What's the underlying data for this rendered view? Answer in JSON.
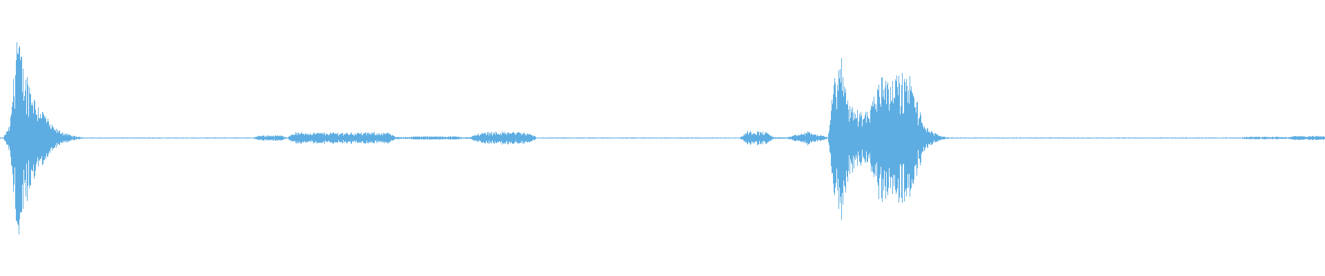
{
  "chart_data": {
    "type": "area",
    "title": "",
    "xlabel": "",
    "ylabel": "",
    "ylim": [
      -1,
      1
    ],
    "grid": false,
    "legend": "none",
    "color": "#5dade2",
    "background": "#ffffff",
    "series": [
      {
        "envelope_amplitude": [
          0.004,
          0.1,
          0.8,
          0.5,
          0.4,
          0.25,
          0.2,
          0.1,
          0.06,
          0.04,
          0.02,
          0.01,
          0.004,
          0.004,
          0.004,
          0.004,
          0.004,
          0.004,
          0.004,
          0.004,
          0.004,
          0.004,
          0.004,
          0.004,
          0.004,
          0.004,
          0.004,
          0.004,
          0.004,
          0.004,
          0.004,
          0.004,
          0.004,
          0.004,
          0.004,
          0.004,
          0.004,
          0.004,
          0.02,
          0.02,
          0.02,
          0.02,
          0.006,
          0.04,
          0.04,
          0.04,
          0.04,
          0.04,
          0.04,
          0.04,
          0.04,
          0.04,
          0.04,
          0.04,
          0.04,
          0.04,
          0.04,
          0.04,
          0.008,
          0.008,
          0.008,
          0.012,
          0.012,
          0.012,
          0.012,
          0.012,
          0.012,
          0.012,
          0.006,
          0.006,
          0.03,
          0.04,
          0.045,
          0.045,
          0.045,
          0.045,
          0.045,
          0.04,
          0.03,
          0.004,
          0.004,
          0.004,
          0.004,
          0.004,
          0.004,
          0.004,
          0.004,
          0.004,
          0.004,
          0.004,
          0.004,
          0.004,
          0.004,
          0.004,
          0.004,
          0.004,
          0.004,
          0.004,
          0.004,
          0.004,
          0.004,
          0.004,
          0.004,
          0.004,
          0.004,
          0.004,
          0.004,
          0.004,
          0.004,
          0.004,
          0.05,
          0.05,
          0.05,
          0.04,
          0.006,
          0.006,
          0.006,
          0.02,
          0.03,
          0.05,
          0.03,
          0.02,
          0.006,
          0.5,
          0.55,
          0.3,
          0.2,
          0.2,
          0.2,
          0.35,
          0.5,
          0.45,
          0.45,
          0.45,
          0.45,
          0.3,
          0.12,
          0.06,
          0.03,
          0.012,
          0.004,
          0.004,
          0.004,
          0.004,
          0.004,
          0.004,
          0.004,
          0.004,
          0.004,
          0.004,
          0.004,
          0.004,
          0.004,
          0.004,
          0.004,
          0.004,
          0.004,
          0.004,
          0.004,
          0.004,
          0.004,
          0.004,
          0.004,
          0.004,
          0.004,
          0.004,
          0.004,
          0.004,
          0.004,
          0.004,
          0.004,
          0.004,
          0.004,
          0.004,
          0.004,
          0.004,
          0.004,
          0.004,
          0.004,
          0.004,
          0.004,
          0.004,
          0.004,
          0.004,
          0.01,
          0.01,
          0.01,
          0.01,
          0.01,
          0.01,
          0.005,
          0.015,
          0.015,
          0.015,
          0.015,
          0.015
        ]
      }
    ]
  }
}
